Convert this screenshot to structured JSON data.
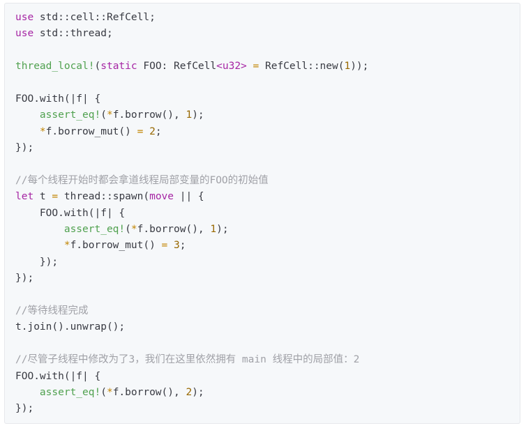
{
  "code": {
    "lines": [
      {
        "segs": [
          {
            "t": "use",
            "c": "kw"
          },
          {
            "t": " std::cell::RefCell;",
            "c": "plain"
          }
        ]
      },
      {
        "segs": [
          {
            "t": "use",
            "c": "kw"
          },
          {
            "t": " std::thread;",
            "c": "plain"
          }
        ]
      },
      {
        "segs": []
      },
      {
        "segs": [
          {
            "t": "thread_local!",
            "c": "mac"
          },
          {
            "t": "(",
            "c": "plain"
          },
          {
            "t": "static",
            "c": "kw"
          },
          {
            "t": " FOO: RefCell",
            "c": "plain"
          },
          {
            "t": "<u32>",
            "c": "ty-purple"
          },
          {
            "t": " ",
            "c": "plain"
          },
          {
            "t": "=",
            "c": "op"
          },
          {
            "t": " RefCell::new(",
            "c": "plain"
          },
          {
            "t": "1",
            "c": "num"
          },
          {
            "t": "));",
            "c": "plain"
          }
        ]
      },
      {
        "segs": []
      },
      {
        "segs": [
          {
            "t": "FOO.with(|f| {",
            "c": "plain"
          }
        ]
      },
      {
        "segs": [
          {
            "t": "    ",
            "c": "plain"
          },
          {
            "t": "assert_eq!",
            "c": "mac"
          },
          {
            "t": "(",
            "c": "plain"
          },
          {
            "t": "*",
            "c": "op"
          },
          {
            "t": "f.borrow(), ",
            "c": "plain"
          },
          {
            "t": "1",
            "c": "num"
          },
          {
            "t": ");",
            "c": "plain"
          }
        ]
      },
      {
        "segs": [
          {
            "t": "    ",
            "c": "plain"
          },
          {
            "t": "*",
            "c": "op"
          },
          {
            "t": "f.borrow_mut() ",
            "c": "plain"
          },
          {
            "t": "=",
            "c": "op"
          },
          {
            "t": " ",
            "c": "plain"
          },
          {
            "t": "2",
            "c": "num"
          },
          {
            "t": ";",
            "c": "plain"
          }
        ]
      },
      {
        "segs": [
          {
            "t": "});",
            "c": "plain"
          }
        ]
      },
      {
        "segs": []
      },
      {
        "segs": [
          {
            "t": "//每个线程开始时都会拿道线程局部变量的FOO的初始值",
            "c": "cm"
          }
        ]
      },
      {
        "segs": [
          {
            "t": "let",
            "c": "kw"
          },
          {
            "t": " t ",
            "c": "plain"
          },
          {
            "t": "=",
            "c": "op"
          },
          {
            "t": " thread::spawn(",
            "c": "plain"
          },
          {
            "t": "move",
            "c": "kw"
          },
          {
            "t": " || {",
            "c": "plain"
          }
        ]
      },
      {
        "segs": [
          {
            "t": "    FOO.with(|f| {",
            "c": "plain"
          }
        ]
      },
      {
        "segs": [
          {
            "t": "        ",
            "c": "plain"
          },
          {
            "t": "assert_eq!",
            "c": "mac"
          },
          {
            "t": "(",
            "c": "plain"
          },
          {
            "t": "*",
            "c": "op"
          },
          {
            "t": "f.borrow(), ",
            "c": "plain"
          },
          {
            "t": "1",
            "c": "num"
          },
          {
            "t": ");",
            "c": "plain"
          }
        ]
      },
      {
        "segs": [
          {
            "t": "        ",
            "c": "plain"
          },
          {
            "t": "*",
            "c": "op"
          },
          {
            "t": "f.borrow_mut() ",
            "c": "plain"
          },
          {
            "t": "=",
            "c": "op"
          },
          {
            "t": " ",
            "c": "plain"
          },
          {
            "t": "3",
            "c": "num"
          },
          {
            "t": ";",
            "c": "plain"
          }
        ]
      },
      {
        "segs": [
          {
            "t": "    });",
            "c": "plain"
          }
        ]
      },
      {
        "segs": [
          {
            "t": "});",
            "c": "plain"
          }
        ]
      },
      {
        "segs": []
      },
      {
        "segs": [
          {
            "t": "//等待线程完成",
            "c": "cm"
          }
        ]
      },
      {
        "segs": [
          {
            "t": "t.join().unwrap();",
            "c": "plain"
          }
        ]
      },
      {
        "segs": []
      },
      {
        "segs": [
          {
            "t": "//尽管子线程中修改为了3，我们在这里依然拥有 main 线程中的局部值：2",
            "c": "cm"
          }
        ]
      },
      {
        "segs": [
          {
            "t": "FOO.with(|f| {",
            "c": "plain"
          }
        ]
      },
      {
        "segs": [
          {
            "t": "    ",
            "c": "plain"
          },
          {
            "t": "assert_eq!",
            "c": "mac"
          },
          {
            "t": "(",
            "c": "plain"
          },
          {
            "t": "*",
            "c": "op"
          },
          {
            "t": "f.borrow(), ",
            "c": "plain"
          },
          {
            "t": "2",
            "c": "num"
          },
          {
            "t": ");",
            "c": "plain"
          }
        ]
      },
      {
        "segs": [
          {
            "t": "});",
            "c": "plain"
          }
        ]
      }
    ]
  }
}
